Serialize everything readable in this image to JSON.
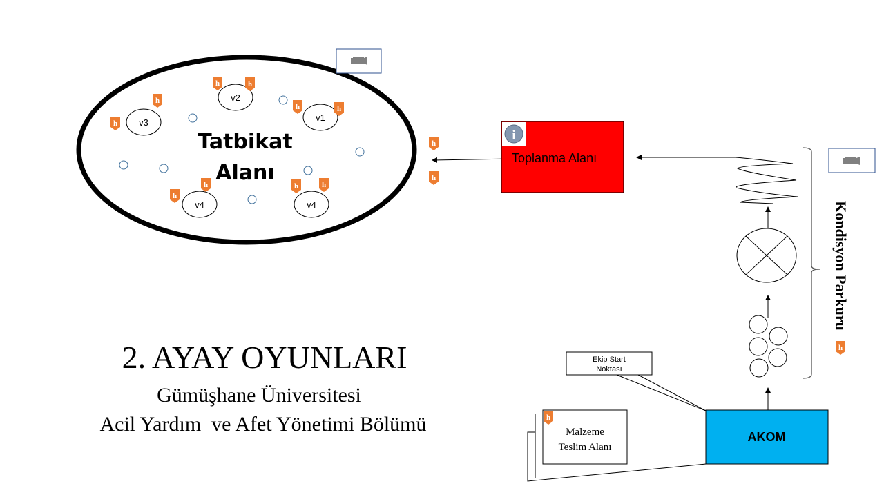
{
  "tatbikat": {
    "line1": "Tatbikat",
    "line2": "Alanı"
  },
  "stations": [
    "v2",
    "v1",
    "v3",
    "v4",
    "v4"
  ],
  "marker_label": "h",
  "toplanma": {
    "label": "Toplanma Alanı",
    "icon": "info-icon"
  },
  "kondisyon": {
    "label": "Kondisyon Parkuru"
  },
  "ekip_start": {
    "line1": "Ekip Start",
    "line2": "Noktası"
  },
  "akom": {
    "label": "AKOM"
  },
  "malzeme": {
    "line1": "Malzeme",
    "line2": "Teslim Alanı"
  },
  "title": {
    "main": "2. AYAY OYUNLARI",
    "university": "Gümüşhane Üniversitesi",
    "department": "Acil Yardım  ve Afet Yönetimi Bölümü"
  },
  "colors": {
    "toplanma": "#ff0000",
    "akom": "#00b0f0",
    "marker": "#ed7d31",
    "camera": "#808080"
  }
}
